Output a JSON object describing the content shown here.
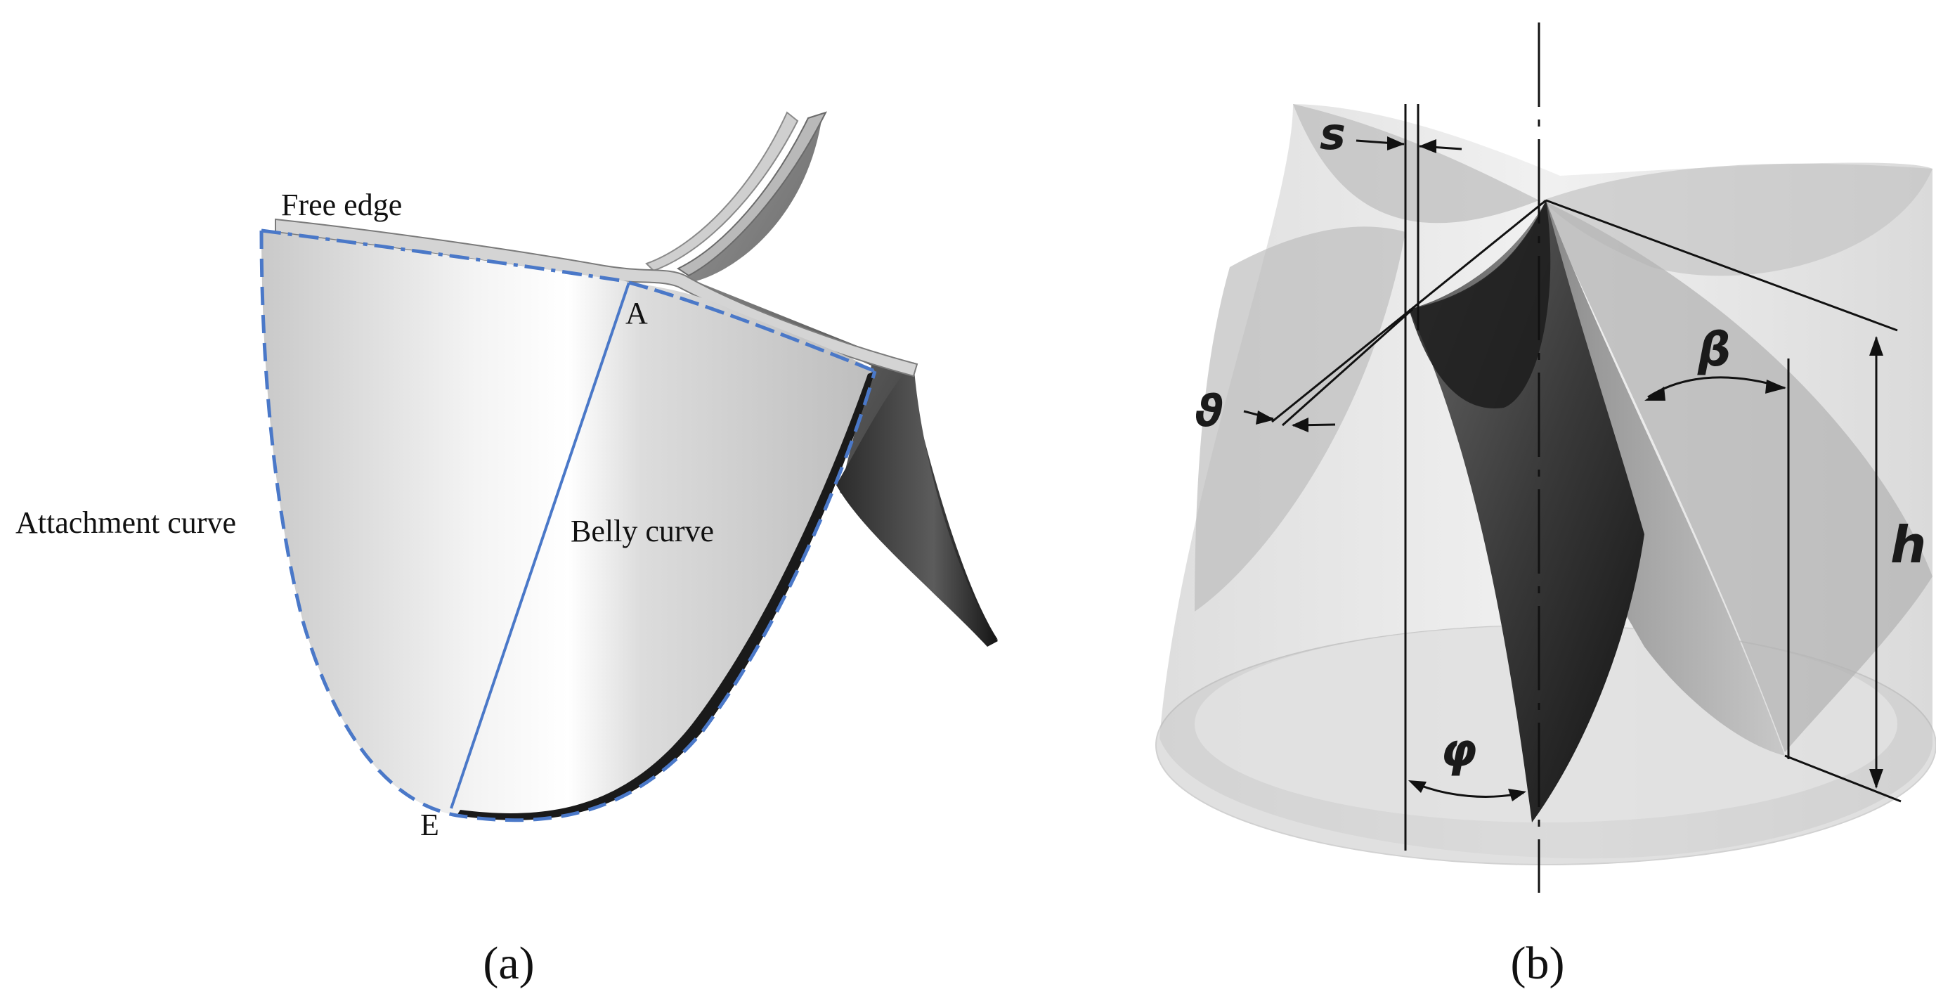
{
  "panel_a": {
    "caption": "(a)",
    "labels": {
      "free_edge": "Free edge",
      "point_a": "A",
      "attachment_curve": "Attachment curve",
      "belly_curve": "Belly curve",
      "point_e": "E"
    },
    "colors": {
      "highlight_blue": "#4a78c8",
      "leaflet_light": "#f2f2f2",
      "leaflet_dark": "#2a2a2a"
    }
  },
  "panel_b": {
    "caption": "(b)",
    "symbols": {
      "s": "s",
      "beta": "β",
      "theta": "ϑ",
      "h": "h",
      "phi": "φ"
    }
  }
}
